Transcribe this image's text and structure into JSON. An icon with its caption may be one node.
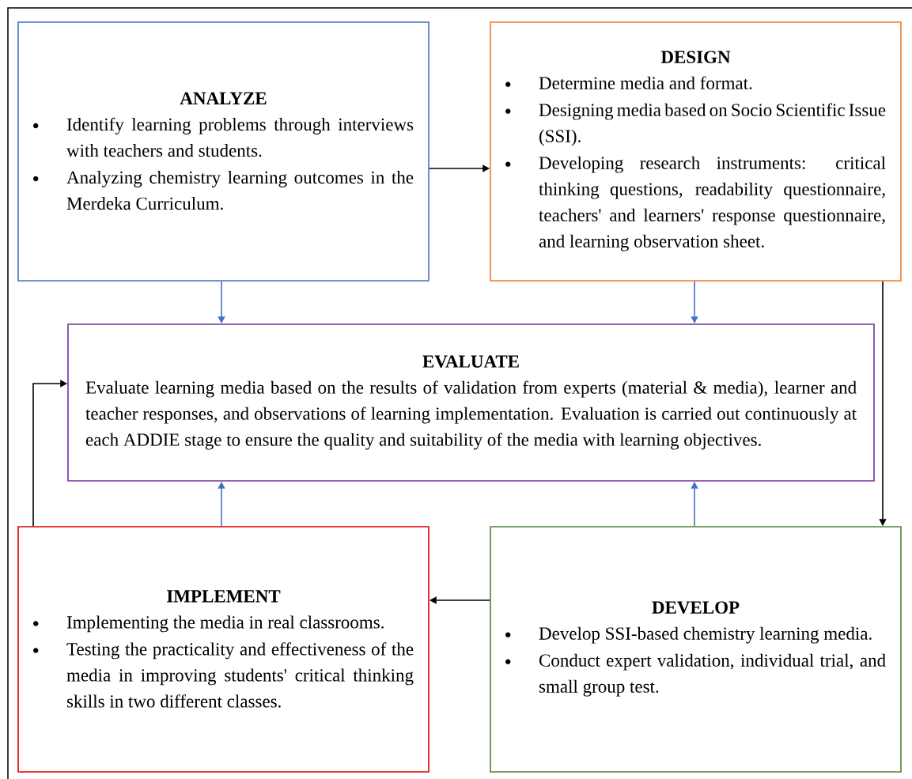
{
  "diagram": {
    "nodes": [
      {
        "text": [
          "ANALYZE",
          "Identify learning problems through interviews with teachers and students.",
          "Analyzing chemistry learning outcomes in the Merdeka Curriculum."
        ]
      },
      {
        "text": [
          "DESIGN",
          "Determine media and format.",
          "Designing media based on Socio Scientific Issue (SSI).",
          "Developing research instruments: critical thinking questions, readability questionnaire, teachers' and learners' response questionnaire, and learning observation sheet."
        ]
      },
      {
        "text": [
          "EVALUATE",
          "Evaluate learning media based on the results of validation from experts (material & media), learner and teacher responses, and observations of learning implementation. Evaluation is carried out continuously at each ADDIE stage to ensure the quality and suitability of the media with learning objectives."
        ]
      },
      {
        "text": [
          "IMPLEMENT",
          "Implementing the media in real classrooms.",
          "Testing the practicality and effectiveness of the media in improving students' critical thinking skills in two different classes."
        ]
      },
      {
        "text": [
          "DEVELOP",
          "Develop SSI-based chemistry learning media.",
          "Conduct expert validation, individual trial, and small group test."
        ]
      }
    ],
    "edges": [
      {
        "from": 0,
        "to": 1,
        "arrow": "to",
        "color": "#000000"
      },
      {
        "from": 0,
        "to": 2,
        "arrow": "to",
        "color": "#4472c4"
      },
      {
        "from": 1,
        "to": 2,
        "arrow": "to",
        "color": "#4472c4"
      },
      {
        "from": 1,
        "to": 4,
        "arrow": "to",
        "color": "#000000"
      },
      {
        "from": 4,
        "to": 3,
        "arrow": "to",
        "color": "#000000"
      },
      {
        "from": 3,
        "to": 2,
        "arrow": "to",
        "color": "#000000"
      },
      {
        "from": 3,
        "to": 2,
        "arrow": "to",
        "color": "#4472c4"
      },
      {
        "from": 4,
        "to": 2,
        "arrow": "to",
        "color": "#4472c4"
      }
    ]
  }
}
